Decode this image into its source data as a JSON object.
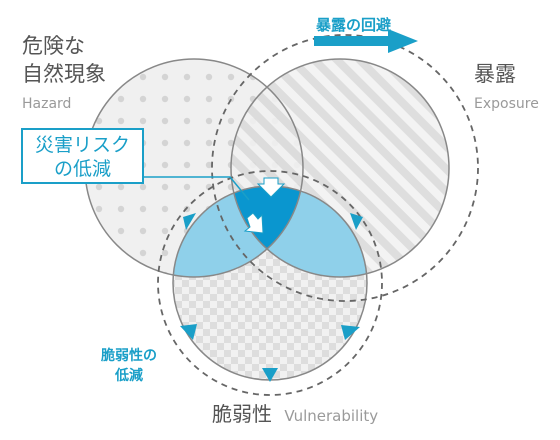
{
  "hazard": {
    "title_line1": "危険な",
    "title_line2": "自然現象",
    "subtitle": "Hazard"
  },
  "exposure": {
    "title": "暴露",
    "subtitle": "Exposure"
  },
  "vulnerability": {
    "title": "脆弱性",
    "subtitle": "Vulnerability"
  },
  "callouts": {
    "avoid_exposure": "暴露の回避",
    "reduce_risk_line1": "災害リスク",
    "reduce_risk_line2": "の低減",
    "reduce_vuln_line1": "脆弱性の",
    "reduce_vuln_line2": "低減"
  },
  "colors": {
    "accent": "#1a9fc8",
    "outline": "#888888",
    "dashed": "#666666",
    "risk_core": "#0a96cf",
    "risk_overlap": "#8fd0ea"
  },
  "icons": [
    "arrow-right-icon",
    "arrow-icon"
  ]
}
